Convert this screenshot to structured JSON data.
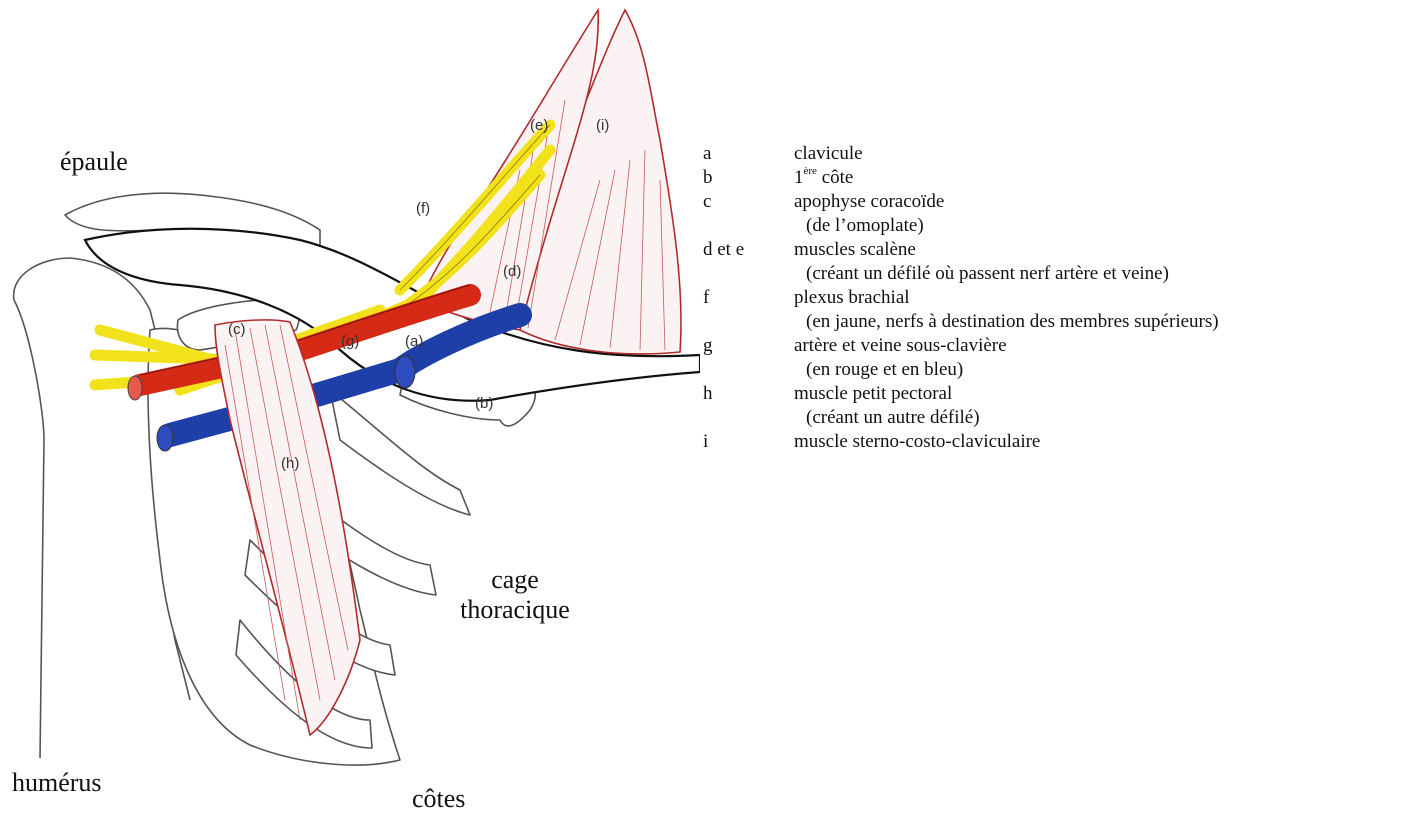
{
  "region_labels": {
    "epaule": "épaule",
    "cage_line1": "cage",
    "cage_line2": "thoracique",
    "humerus": "humérus",
    "cotes": "côtes"
  },
  "figure_letters": {
    "a": "(a)",
    "b": "(b)",
    "c": "(c)",
    "d": "(d)",
    "e": "(e)",
    "f": "(f)",
    "g": "(g)",
    "h": "(h)",
    "i": "(i)"
  },
  "legend": [
    {
      "key": "a",
      "text": "clavicule"
    },
    {
      "key": "b",
      "text": "1",
      "sup": "ère",
      "text_after": " côte"
    },
    {
      "key": "c",
      "text": "apophyse coracoïde",
      "sub": "(de l’omoplate)"
    },
    {
      "key": "d et e",
      "text": "muscles scalène",
      "sub": "(créant un défilé où passent nerf artère et veine)"
    },
    {
      "key": "f",
      "text": "plexus brachial",
      "sub": "(en jaune, nerfs à destination des membres supérieurs)"
    },
    {
      "key": "g",
      "text": "artère et veine sous-clavière",
      "sub": "(en rouge et en bleu)"
    },
    {
      "key": "h",
      "text": "muscle petit pectoral",
      "sub": "(créant un autre défilé)"
    },
    {
      "key": "i",
      "text": "muscle sterno-costo-claviculaire"
    }
  ],
  "colors": {
    "nerve": "#f2e21c",
    "artery": "#d42a16",
    "vein": "#1f3fa8",
    "muscle_line": "#b22b2b",
    "bone_outline": "#555555",
    "clavicle_outline": "#111111"
  }
}
